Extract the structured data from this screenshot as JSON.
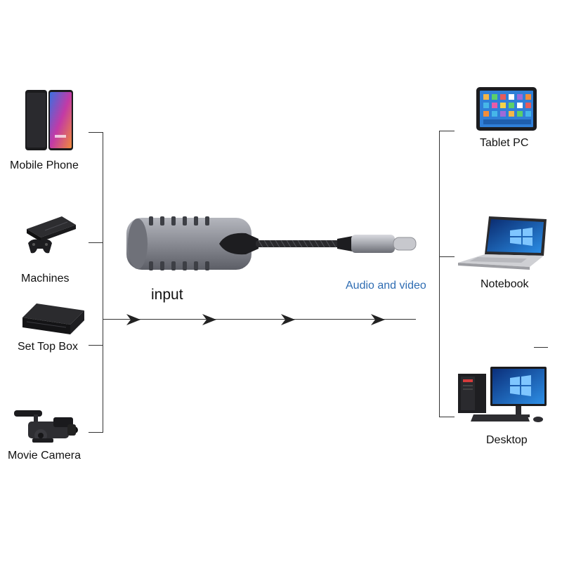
{
  "inputs": {
    "mobile_phone": "Mobile Phone",
    "machines": "Machines",
    "set_top_box": "Set Top Box",
    "movie_camera": "Movie Camera"
  },
  "outputs": {
    "tablet_pc": "Tablet PC",
    "notebook": "Notebook",
    "desktop": "Desktop"
  },
  "flow": {
    "input_label": "input",
    "output_label": "Audio and video"
  },
  "colors": {
    "line": "#333333",
    "accent_text": "#2f6db3",
    "adapter_body": "#8d8f97"
  }
}
